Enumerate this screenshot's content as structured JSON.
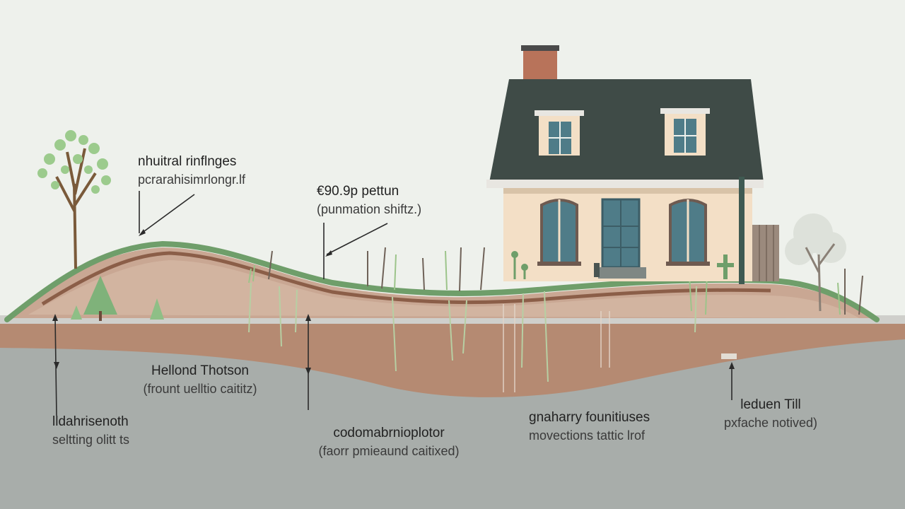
{
  "labels": {
    "natural": {
      "title": "nhuitral rinflnges",
      "sub": "pcrarahisimrlongr.lf"
    },
    "pettun": {
      "title": "€90.9p pettun",
      "sub": "(punmation shiftz.)"
    },
    "hellond": {
      "title": "Hellond Thotson",
      "sub": "(frount uelltio caititz)"
    },
    "idahr": {
      "title": "lldahrisenoth",
      "sub": "seltting olitt ts"
    },
    "codomab": {
      "title": "codomabrnioplotor",
      "sub": "(faorr pmieaund caitixed)"
    },
    "gnaharry": {
      "title": "gnaharry founitiuses",
      "sub": "movections tattic lrof"
    },
    "leduen": {
      "title": "leduen Till",
      "sub": "pxfache notived)"
    }
  },
  "colors": {
    "sky": "#eef1ec",
    "ground_grey": "#a9aeab",
    "soil_light": "#c8a892",
    "soil_brown": "#b68c74",
    "soil_dark": "#9a6d55",
    "grass": "#6f9e6a",
    "roof": "#3f4b47",
    "wall": "#f3dfc6",
    "window": "#4f7c88",
    "chimney": "#b8735a"
  }
}
